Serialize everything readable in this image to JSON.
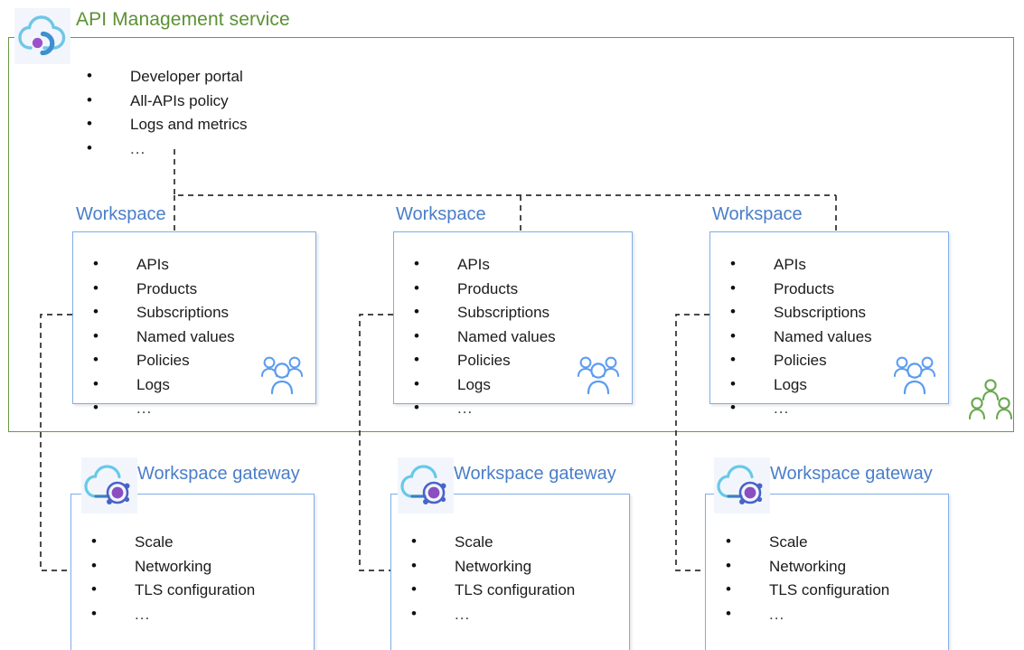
{
  "diagram": {
    "title": "API Management service",
    "accent_green": "#5b9133",
    "accent_blue": "#4a7ec9",
    "border_blue": "#7eaee8",
    "border_green": "#6a9a45"
  },
  "service": {
    "label": "API Management service",
    "icon": "apim-cloud-icon",
    "bullets": [
      "Developer portal",
      "All-APIs policy",
      "Logs and metrics",
      "..."
    ]
  },
  "workspaces": [
    {
      "label": "Workspace",
      "bullets": [
        "APIs",
        "Products",
        "Subscriptions",
        "Named values",
        "Policies",
        "Logs",
        "..."
      ],
      "icon": "people-group-icon"
    },
    {
      "label": "Workspace",
      "bullets": [
        "APIs",
        "Products",
        "Subscriptions",
        "Named values",
        "Policies",
        "Logs",
        "..."
      ],
      "icon": "people-group-icon"
    },
    {
      "label": "Workspace",
      "bullets": [
        "APIs",
        "Products",
        "Subscriptions",
        "Named values",
        "Policies",
        "Logs",
        "..."
      ],
      "icon": "people-group-icon"
    }
  ],
  "gateways": [
    {
      "label": "Workspace gateway",
      "bullets": [
        "Scale",
        "Networking",
        "TLS configuration",
        "..."
      ],
      "icon": "workspace-gateway-cloud-icon"
    },
    {
      "label": "Workspace gateway",
      "bullets": [
        "Scale",
        "Networking",
        "TLS configuration",
        "..."
      ],
      "icon": "workspace-gateway-cloud-icon"
    },
    {
      "label": "Workspace gateway",
      "bullets": [
        "Scale",
        "Networking",
        "TLS configuration",
        "..."
      ],
      "icon": "workspace-gateway-cloud-icon"
    }
  ],
  "service_people_icon": "people-group-icon-green"
}
